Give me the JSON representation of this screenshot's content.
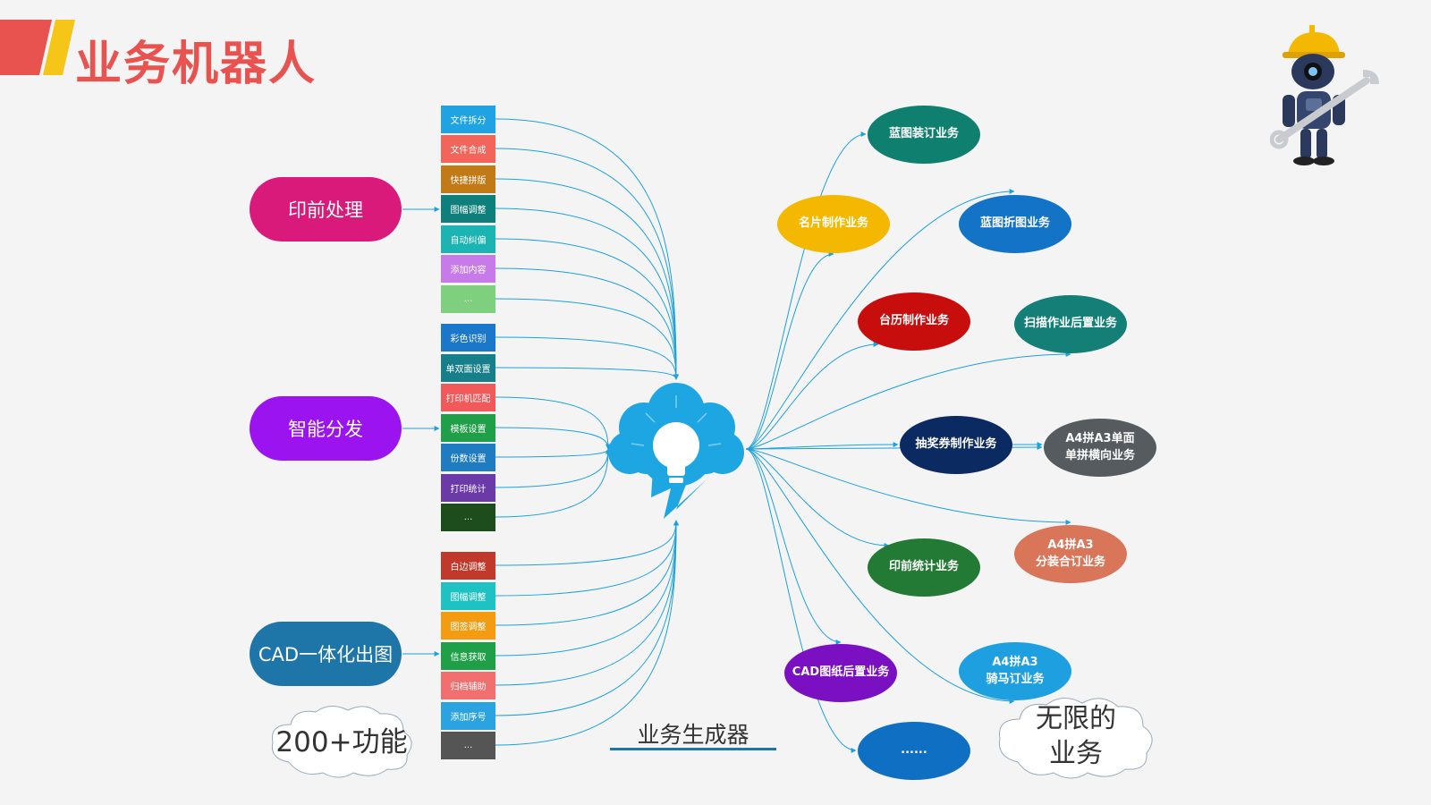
{
  "title": "业务机器人",
  "categories": [
    {
      "label": "印前处理",
      "color": "#d91a7a"
    },
    {
      "label": "智能分发",
      "color": "#9b14f0"
    },
    {
      "label": "CAD一体化出图",
      "color": "#1e75a8"
    }
  ],
  "functions": [
    {
      "label": "文件拆分",
      "color": "#1fa3e3"
    },
    {
      "label": "文件合成",
      "color": "#f2655a"
    },
    {
      "label": "快捷拼版",
      "color": "#c27a16"
    },
    {
      "label": "图幅调整",
      "color": "#0f7f7b"
    },
    {
      "label": "自动纠偏",
      "color": "#1cb3b3"
    },
    {
      "label": "添加内容",
      "color": "#c77be8"
    },
    {
      "label": "...",
      "color": "#7ed07e"
    },
    {
      "label": "彩色识别",
      "color": "#1a77c9"
    },
    {
      "label": "单双面设置",
      "color": "#167f8a"
    },
    {
      "label": "打印机匹配",
      "color": "#f05a5a"
    },
    {
      "label": "模板设置",
      "color": "#1f9f47"
    },
    {
      "label": "份数设置",
      "color": "#1f7cc0"
    },
    {
      "label": "打印统计",
      "color": "#6a3aa6"
    },
    {
      "label": "...",
      "color": "#1d4d1d"
    },
    {
      "label": "白边调整",
      "color": "#c0392b"
    },
    {
      "label": "图幅调整",
      "color": "#1ec2c2"
    },
    {
      "label": "图签调整",
      "color": "#f39c12"
    },
    {
      "label": "信息获取",
      "color": "#1f9f47"
    },
    {
      "label": "归档辅助",
      "color": "#f16f6f"
    },
    {
      "label": "添加序号",
      "color": "#2aa3e0"
    },
    {
      "label": "...",
      "color": "#555555"
    }
  ],
  "generator_label": "业务生成器",
  "left_cloud": "200+功能",
  "right_cloud": "无限的\n业务",
  "businesses": [
    {
      "label": "蓝图装订业务",
      "color": "#0f7f6f"
    },
    {
      "label": "名片制作业务",
      "color": "#f5b800"
    },
    {
      "label": "蓝图折图业务",
      "color": "#1373c6"
    },
    {
      "label": "台历制作业务",
      "color": "#c80d0d"
    },
    {
      "label": "扫描作业后置业务",
      "color": "#137f77"
    },
    {
      "label": "抽奖券制作业务",
      "color": "#0c2a62"
    },
    {
      "label": "A4拼A3单面\n单拼横向业务",
      "color": "#555b5e"
    },
    {
      "label": "印前统计业务",
      "color": "#237a35"
    },
    {
      "label": "A4拼A3\n分装合订业务",
      "color": "#d9765a"
    },
    {
      "label": "CAD图纸后置业务",
      "color": "#7b10c2"
    },
    {
      "label": "A4拼A3\n骑马订业务",
      "color": "#1ea0e0"
    },
    {
      "label": "......",
      "color": "#0f6fc2"
    }
  ],
  "colors": {
    "title": "#e8524f",
    "connector": "#1da1dc",
    "hub": "#1ea6e2"
  },
  "icons": [
    "lightbulb-cloud-icon",
    "robot-mascot-icon",
    "title-banner-icon"
  ]
}
